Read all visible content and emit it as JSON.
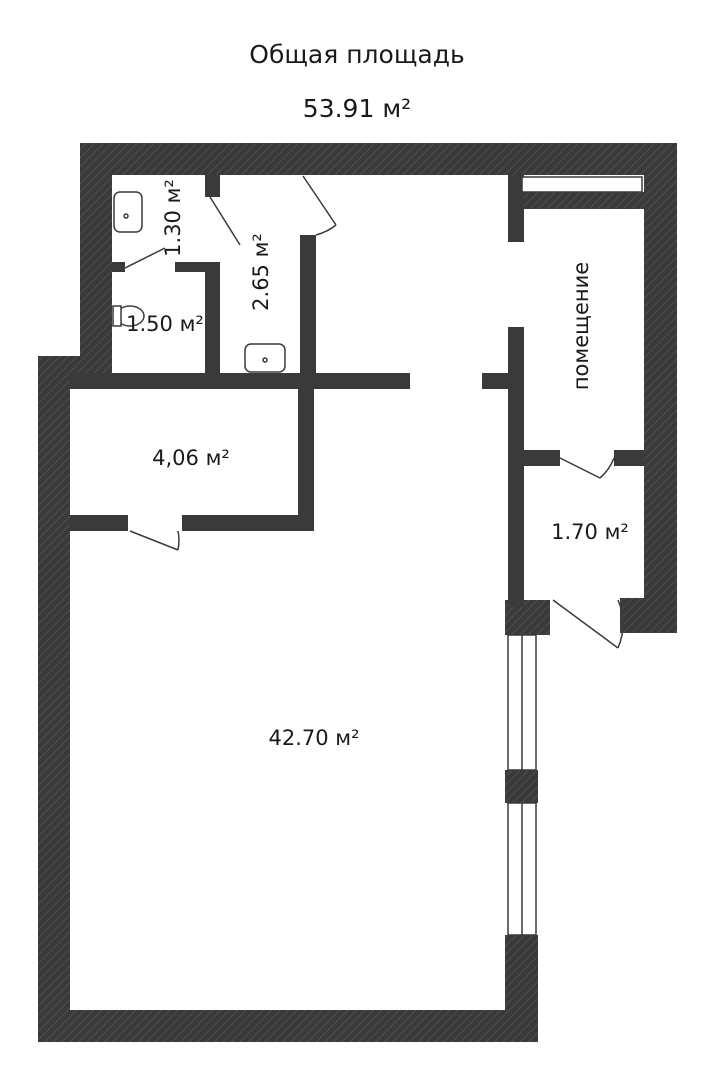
{
  "header": {
    "title": "Общая площадь",
    "total_area": "53.91 м²"
  },
  "rooms": {
    "main_hall": "42.70 м²",
    "storage": "4,06 м²",
    "bathroom_a": "1.30 м²",
    "bathroom_b": "1.50 м²",
    "washroom": "2.65 м²",
    "vestibule": "1.70 м²",
    "utility_room": "помещение"
  },
  "colors": {
    "wall": "#3a3a3a",
    "wall_hatch": "#555555",
    "floor": "#ffffff",
    "window": "#ffffff"
  },
  "icons": [
    "sink-icon",
    "toilet-icon",
    "door-swing-icon",
    "window-icon"
  ]
}
